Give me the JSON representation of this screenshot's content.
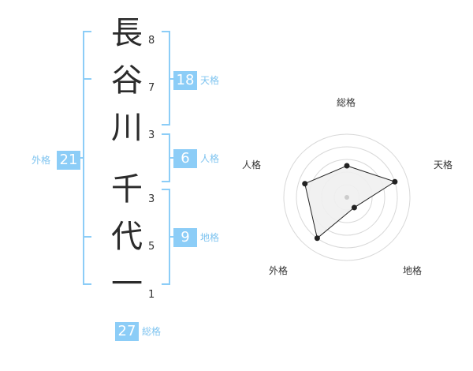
{
  "name_chars": [
    {
      "char": "長",
      "strokes": "8"
    },
    {
      "char": "谷",
      "strokes": "7"
    },
    {
      "char": "川",
      "strokes": "3"
    },
    {
      "char": "千",
      "strokes": "3"
    },
    {
      "char": "代",
      "strokes": "5"
    },
    {
      "char": "一",
      "strokes": "1"
    }
  ],
  "fortunes": {
    "tenkaku": {
      "value": "18",
      "label": "天格"
    },
    "jinkaku": {
      "value": "6",
      "label": "人格"
    },
    "chikaku": {
      "value": "9",
      "label": "地格"
    },
    "gaikaku": {
      "value": "21",
      "label": "外格"
    },
    "soukaku": {
      "value": "27",
      "label": "総格"
    }
  },
  "colors": {
    "bracket": "#8ccdf7",
    "badge": "#8ccdf7",
    "badge_label": "#7fc4f0",
    "radar_fill": "#f0f0f0",
    "radar_line": "#222222",
    "grid": "#d8d8d8"
  },
  "chart_data": {
    "type": "radar",
    "axes": [
      "総格",
      "天格",
      "地格",
      "外格",
      "人格"
    ],
    "rings": 5,
    "values": [
      2.5,
      4,
      1,
      4,
      3.5
    ],
    "max": 5
  }
}
